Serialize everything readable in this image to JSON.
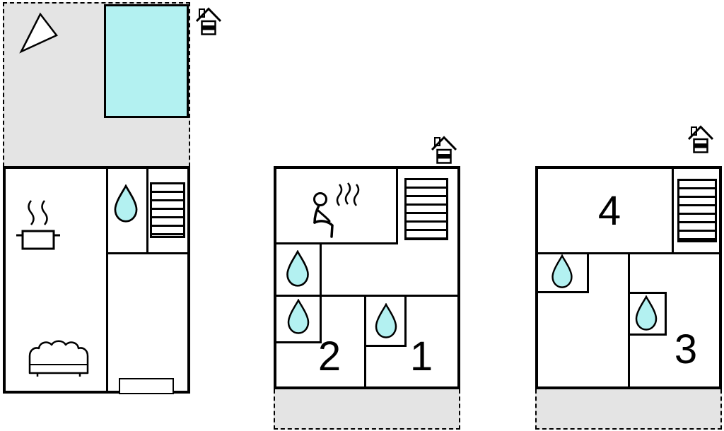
{
  "colors": {
    "wall": "#000000",
    "terrace_fill": "#e4e4e4",
    "water_fill": "#b3f1f1",
    "floor_fill": "#ffffff"
  },
  "icons": {
    "house_chimney": "house-with-chimney-icon",
    "sail": "sail-icon",
    "pool": "swimming-pool",
    "water_drop": "water-drop-icon",
    "stairs": "stairs-icon",
    "sauna": "sauna-person-icon",
    "cooking_pot": "cooking-pot-icon",
    "sofa": "sofa-icon",
    "door": "door-marker"
  },
  "plans": {
    "house_1": {
      "room_labels": []
    },
    "house_2": {
      "room_labels": [
        "2",
        "1"
      ]
    },
    "house_3": {
      "room_labels": [
        "4",
        "3"
      ]
    }
  }
}
